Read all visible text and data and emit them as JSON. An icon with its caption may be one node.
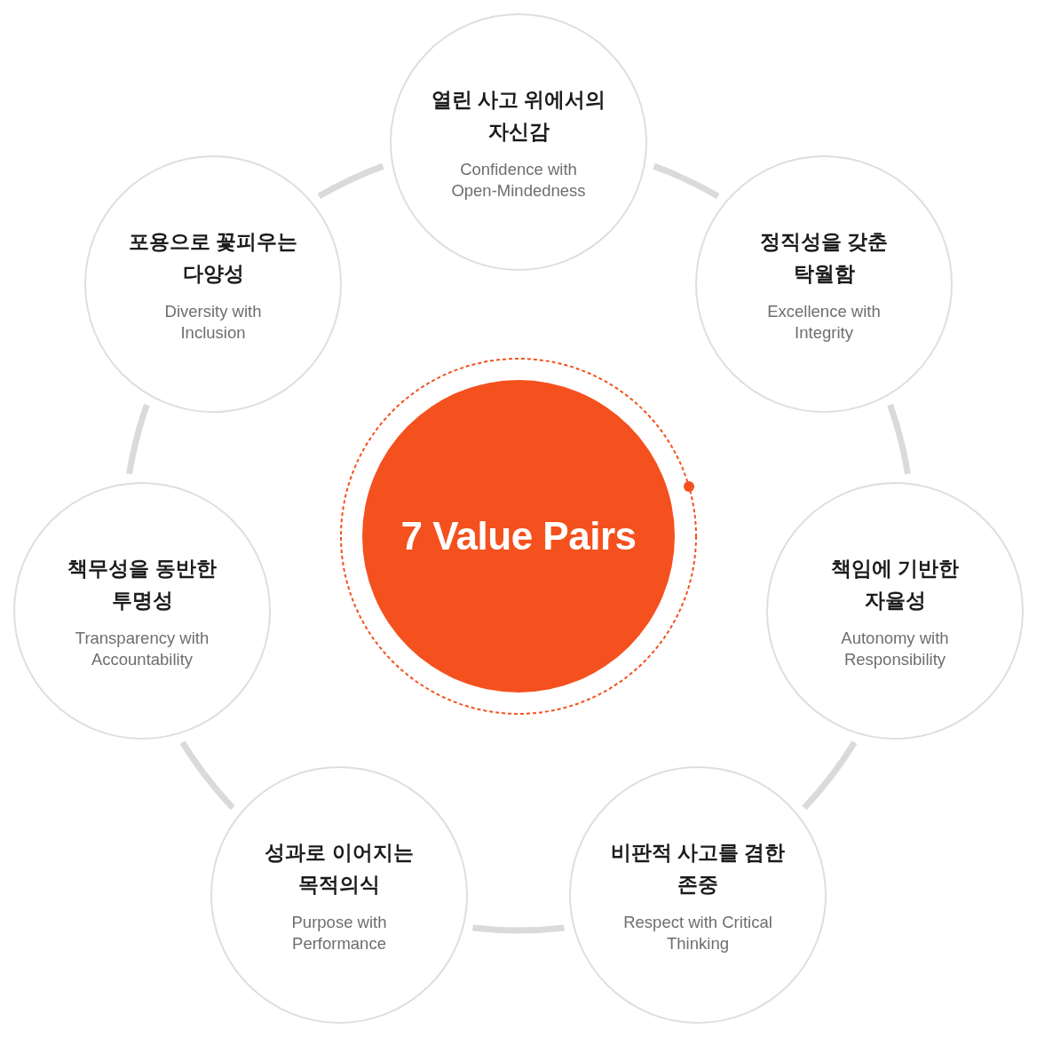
{
  "diagram": {
    "nodes": [
      {
        "text": [
          "7 Value Pairs"
        ]
      },
      {
        "text": [
          "열린 사고 위에서의 자신감",
          "Confidence with Open-Mindedness"
        ]
      },
      {
        "text": [
          "정직성을 갖춘 탁월함",
          "Excellence with Integrity"
        ]
      },
      {
        "text": [
          "책임에 기반한 자율성",
          "Autonomy with Responsibility"
        ]
      },
      {
        "text": [
          "비판적 사고를 겸한 존중",
          "Respect with Critical Thinking"
        ]
      },
      {
        "text": [
          "성과로 이어지는 목적의식",
          "Purpose with Performance"
        ]
      },
      {
        "text": [
          "책무성을 동반한 투명성",
          "Transparency with Accountability"
        ]
      },
      {
        "text": [
          "포용으로 꽃피우는 다양성",
          "Diversity with Inclusion"
        ]
      }
    ],
    "edges": [
      {
        "from": 1,
        "to": 2,
        "arrow": "none"
      },
      {
        "from": 2,
        "to": 3,
        "arrow": "none"
      },
      {
        "from": 3,
        "to": 4,
        "arrow": "none"
      },
      {
        "from": 4,
        "to": 5,
        "arrow": "none"
      },
      {
        "from": 5,
        "to": 6,
        "arrow": "none"
      },
      {
        "from": 6,
        "to": 7,
        "arrow": "none"
      },
      {
        "from": 7,
        "to": 1,
        "arrow": "none"
      }
    ]
  }
}
